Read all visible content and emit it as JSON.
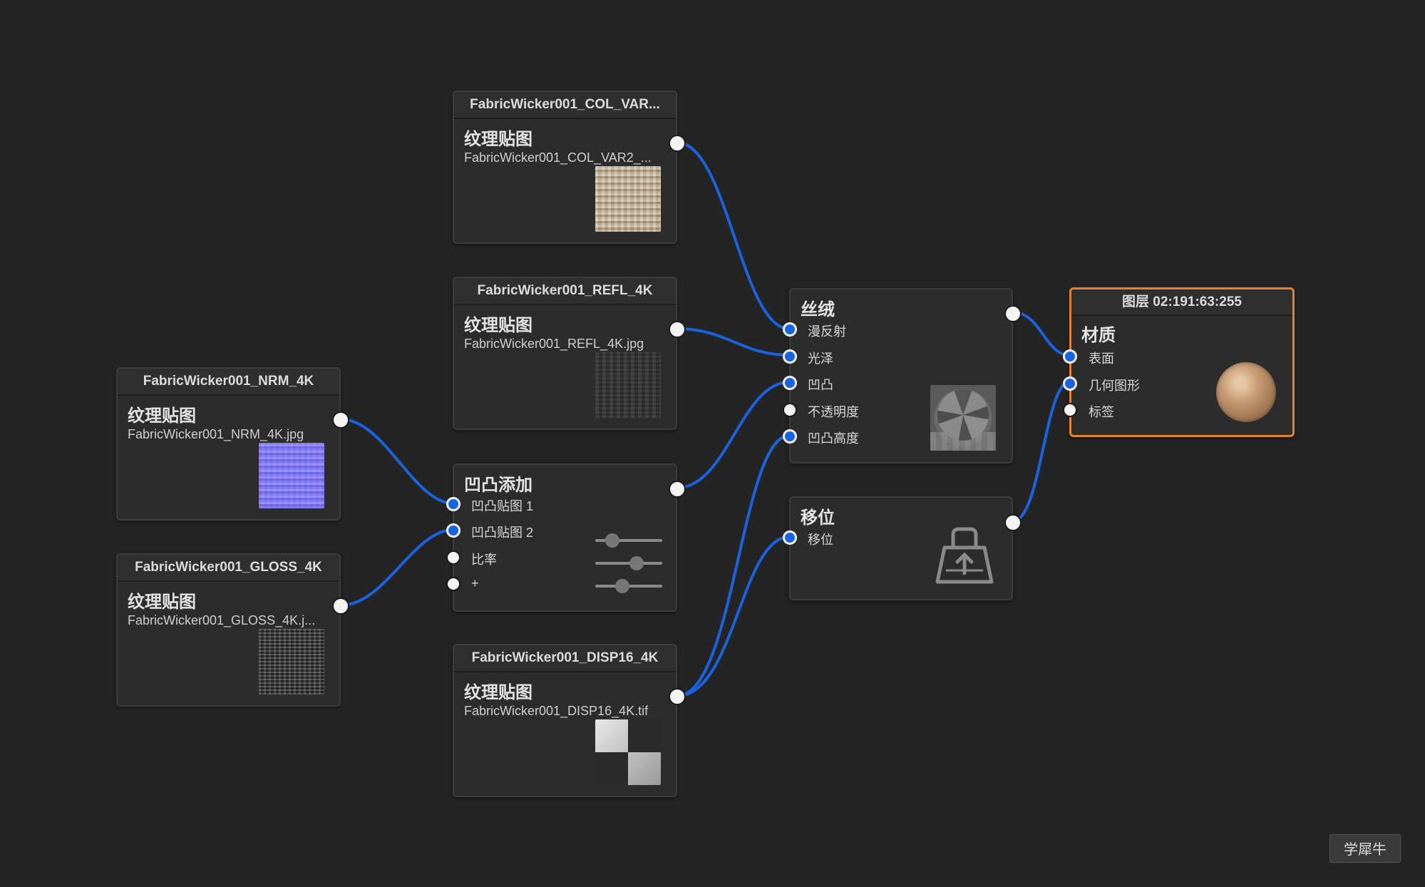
{
  "nodes": {
    "col": {
      "header": "FabricWicker001_COL_VAR...",
      "type": "纹理贴图",
      "file": "FabricWicker001_COL_VAR2_..."
    },
    "refl": {
      "header": "FabricWicker001_REFL_4K",
      "type": "纹理贴图",
      "file": "FabricWicker001_REFL_4K.jpg"
    },
    "nrm": {
      "header": "FabricWicker001_NRM_4K",
      "type": "纹理贴图",
      "file": "FabricWicker001_NRM_4K.jpg"
    },
    "gloss": {
      "header": "FabricWicker001_GLOSS_4K",
      "type": "纹理贴图",
      "file": "FabricWicker001_GLOSS_4K.j..."
    },
    "disp": {
      "header": "FabricWicker001_DISP16_4K",
      "type": "纹理贴图",
      "file": "FabricWicker001_DISP16_4K.tif"
    },
    "bump_add": {
      "type": "凹凸添加",
      "inputs": [
        "凹凸贴图 1",
        "凹凸贴图 2",
        "比率",
        "+"
      ]
    },
    "velvet": {
      "type": "丝绒",
      "inputs": [
        "漫反射",
        "光泽",
        "凹凸",
        "不透明度",
        "凹凸高度"
      ]
    },
    "displace": {
      "type": "移位",
      "inputs": [
        "移位"
      ]
    },
    "material": {
      "header": "图层 02:191:63:255",
      "type": "材质",
      "inputs": [
        "表面",
        "几何图形",
        "标签"
      ]
    }
  },
  "watermark": "学犀牛",
  "colors": {
    "wire": "#1a63e0",
    "selected_border": "#e5802c",
    "background": "#242424"
  }
}
